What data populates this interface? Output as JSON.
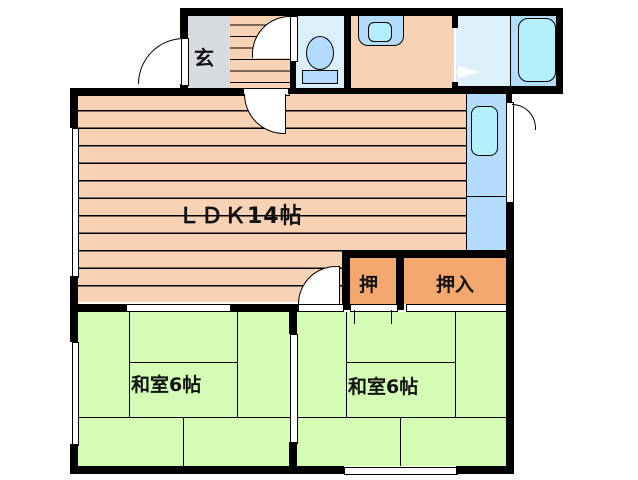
{
  "floorplan": {
    "rooms": {
      "genkan": {
        "label": "玄"
      },
      "ldk": {
        "label": "ＬＤＫ14帖"
      },
      "washitsu_left": {
        "label": "和室6帖"
      },
      "washitsu_right": {
        "label": "和室6帖"
      },
      "oshi_small": {
        "label": "押"
      },
      "oshiire": {
        "label": "押入"
      }
    },
    "colors": {
      "wood_floor": "#f8d2b4",
      "tatami": "#d4fcb4",
      "closet": "#f4a870",
      "genkan": "#d8dce0",
      "wet_area": "#dcf0fc",
      "fixture": "#b4dcfc",
      "fixture_inner": "#b4f0fc",
      "wall": "#000000"
    }
  }
}
